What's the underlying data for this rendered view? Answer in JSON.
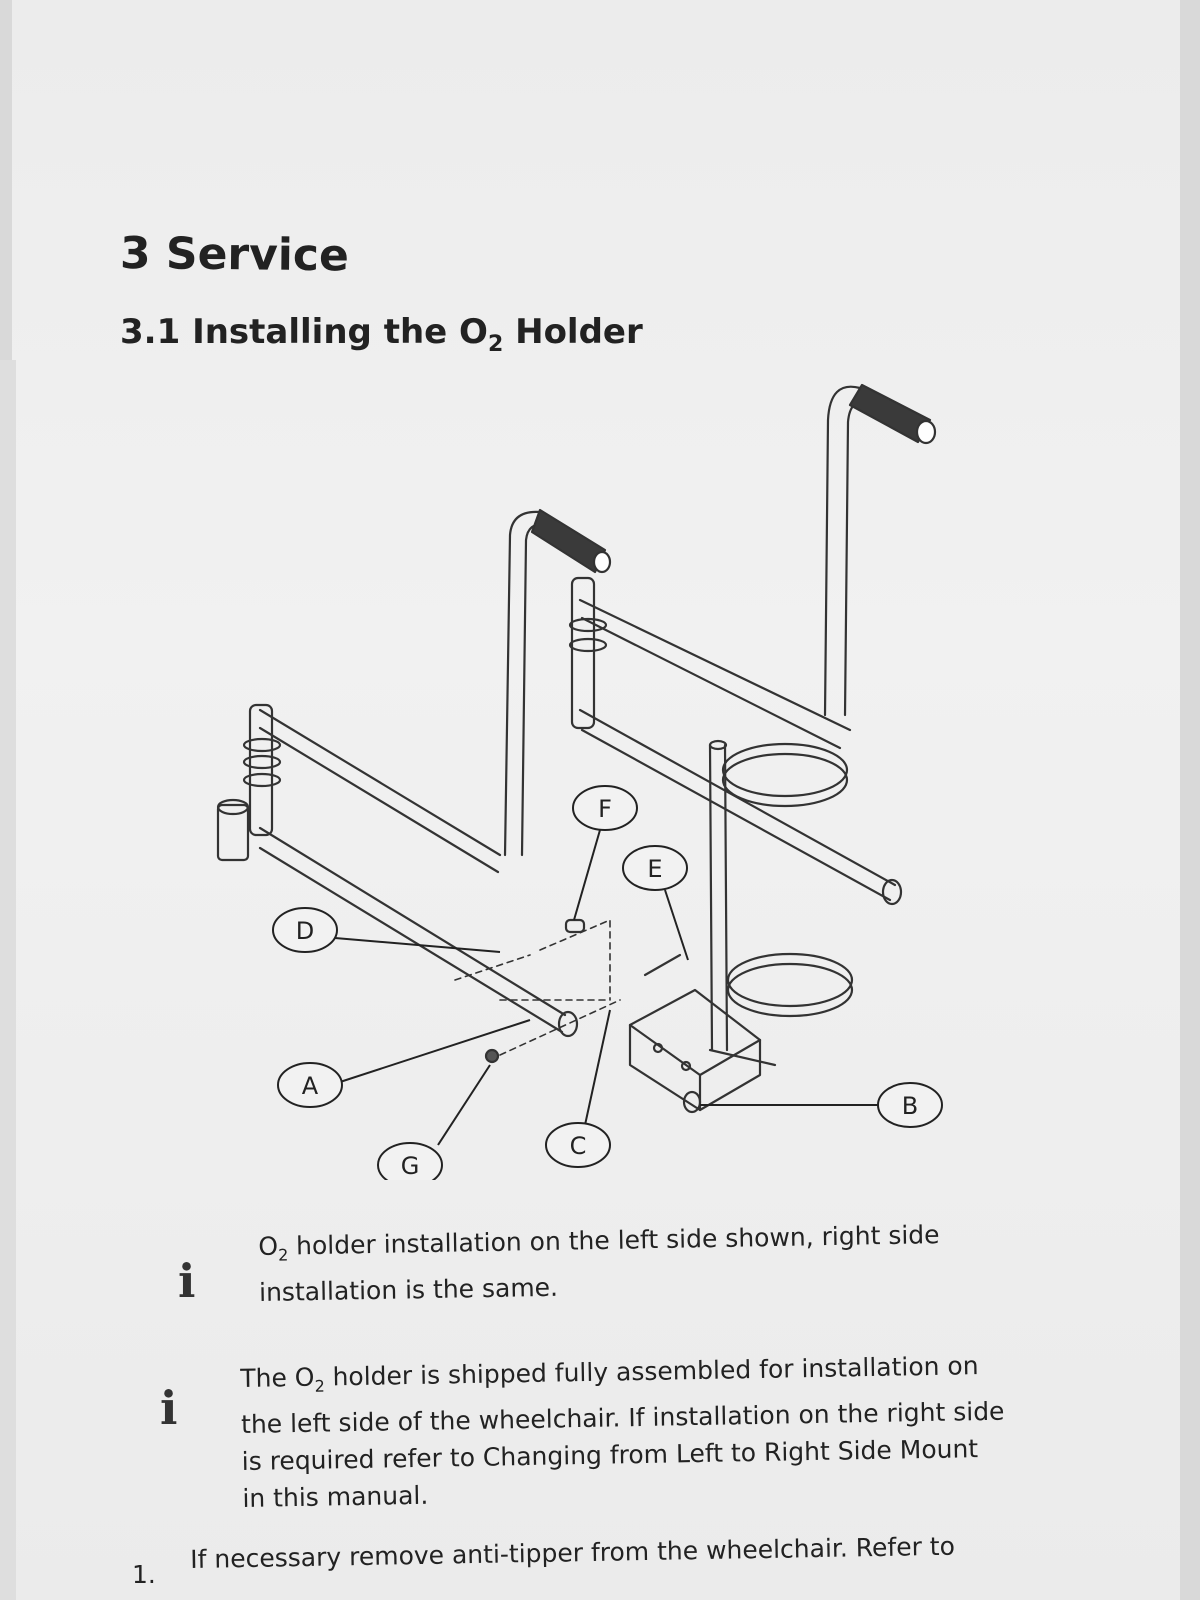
{
  "section_title": "3 Service",
  "subsection": {
    "prefix": "3.1 Installing the O",
    "subscript": "2",
    "suffix": " Holder"
  },
  "diagram_labels": [
    "A",
    "B",
    "C",
    "D",
    "E",
    "F",
    "G"
  ],
  "note1": {
    "icon": "info-icon",
    "line1_prefix": "O",
    "line1_sub": "2",
    "line1_rest": " holder installation on the left side shown, right side",
    "line2": "installation is the same."
  },
  "note2": {
    "icon": "info-icon",
    "line1_prefix": "The O",
    "line1_sub": "2",
    "line1_rest": " holder is shipped fully assembled for installation on",
    "line2": "the left side of the wheelchair. If installation on the right side",
    "line3": "is required refer to Changing from Left to Right Side Mount",
    "line4": "in this manual."
  },
  "step1": {
    "number": "1.",
    "text": "If necessary remove anti-tipper from the wheelchair. Refer to"
  }
}
